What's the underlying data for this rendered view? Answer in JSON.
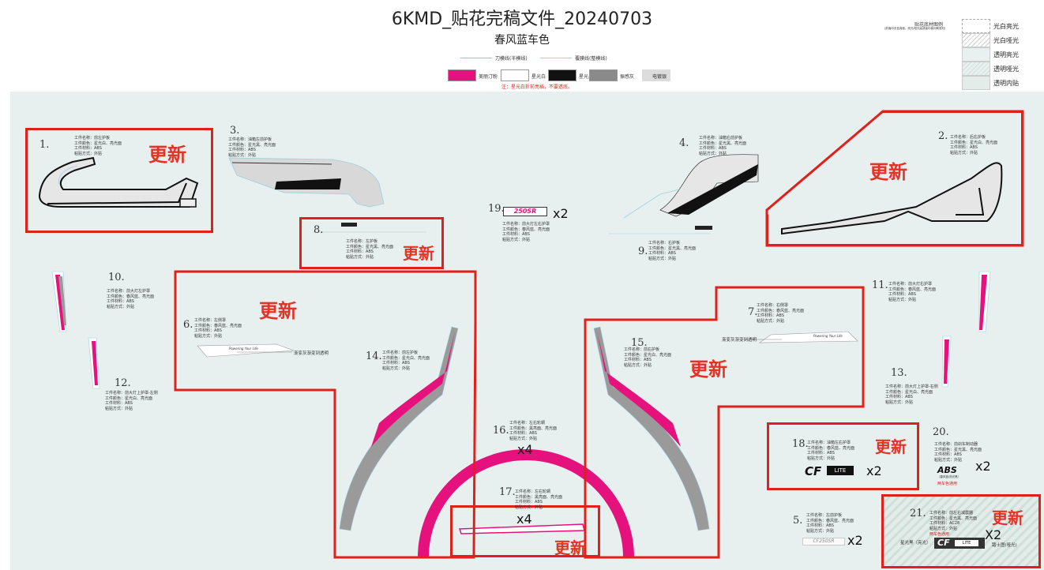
{
  "header": {
    "title": "6KMD_贴花完稿文件_20240703",
    "subtitle": "春风蓝车色"
  },
  "line_legend": {
    "cut_line": "刀模线(半模线)",
    "film_line": "覆膜线(整模线)"
  },
  "color_legend": {
    "items": [
      {
        "label": "美丽汀粉",
        "color": "#e5127d"
      },
      {
        "label": "星光白",
        "color": "#ffffff"
      },
      {
        "label": "星光黑",
        "color": "#111111"
      },
      {
        "label": "振感灰",
        "color": "#8a8a8a"
      },
      {
        "label": "电镀银",
        "color": "#dcdcdc"
      }
    ],
    "note": "注：星光白折前亮插，不要透底。"
  },
  "finish_legend": {
    "header": "贴花底材图例",
    "header_note": "(前面印无色背面、亮光/哑光高或者印者印刷底材)",
    "items": [
      "光白亮光",
      "光白哑光",
      "透明亮光",
      "透明哑光",
      "透明内贴"
    ]
  },
  "update_label": "更新",
  "parts": {
    "p1": {
      "num": "1.",
      "spec": "工件名称：前左护板\n工件颜色：星光白、亮光面\n工件材料：ABS\n粘贴方式：外贴"
    },
    "p2": {
      "num": "2.",
      "spec": "工件名称：后右护板\n工件颜色：星光白、亮光面\n工件材料：ABS\n粘贴方式：外贴"
    },
    "p3": {
      "num": "3.",
      "spec": "工件名称：油箱左前护板\n工件颜色：星光黑、亮光面\n工件材料：ABS\n粘贴方式：外贴"
    },
    "p4": {
      "num": "4.",
      "spec": "工件名称：油箱右前护板\n工件颜色：星光黑、亮光面\n工件材料：ABS\n粘贴方式：外贴"
    },
    "p5": {
      "num": "5.",
      "spec": "工件名称：左前护板\n工件颜色：春风蓝、亮光面\n工件材料：ABS\n粘贴方式：外贴",
      "qty": "x2",
      "logo": "CF250SR"
    },
    "p6": {
      "num": "6.",
      "spec": "工件名称：左侧罩\n工件颜色：春风蓝、亮光面\n工件材料：ABS\n粘贴方式：外贴",
      "callout": "渐变灰渐变到透明",
      "script": "Powering Your Life"
    },
    "p7": {
      "num": "7.",
      "spec": "工件名称：右侧罩\n工件颜色：春风蓝、亮光面\n工件材料：ABS\n粘贴方式：外贴",
      "callout": "渐变灰渐变到透明",
      "script": "Powering Your Life"
    },
    "p8": {
      "num": "8.",
      "spec": "工件名称：左护板\n工件颜色：星光黑、亮光面\n工件材料：ABS\n粘贴方式：外贴"
    },
    "p9": {
      "num": "9.",
      "spec": "工件名称：右护板\n工件颜色：星光黑、亮光面\n工件材料：ABS\n粘贴方式：外贴"
    },
    "p10": {
      "num": "10.",
      "spec": "工件名称：前大灯左护罩\n工件颜色：春风蓝、亮光面\n工件材料：ABS\n粘贴方式：外贴"
    },
    "p11": {
      "num": "11.",
      "spec": "工件名称：前大灯右护罩\n工件颜色：春风蓝、亮光面\n工件材料：ABS\n粘贴方式：外贴"
    },
    "p12": {
      "num": "12.",
      "spec": "工件名称：前大灯上护罩-左侧\n工件颜色：星光白、亮光面\n工件材料：ABS\n粘贴方式：外贴"
    },
    "p13": {
      "num": "13.",
      "spec": "工件名称：前大灯上护罩-右侧\n工件颜色：星光白、亮光面\n工件材料：ABS\n粘贴方式：外贴"
    },
    "p14": {
      "num": "14.",
      "spec": "工件名称：前左护板\n工件颜色：星光白、亮光面\n工件材料：ABS\n粘贴方式：外贴"
    },
    "p15": {
      "num": "15.",
      "spec": "工件名称：前右护板\n工件颜色：星光白、亮光面\n工件材料：ABS\n粘贴方式：外贴"
    },
    "p16": {
      "num": "16.",
      "spec": "工件名称：左右轮辋\n工件颜色：黑亮面、亮光面\n工件材料：ABS\n粘贴方式：外贴",
      "qty": "x4"
    },
    "p17": {
      "num": "17.",
      "spec": "工件名称：左右轮辋\n工件颜色：黑亮面、亮光面\n工件材料：ABS\n粘贴方式：外贴",
      "qty": "x4"
    },
    "p18": {
      "num": "18.",
      "spec": "工件名称：油箱左右护罩\n工件颜色：春风蓝、亮光面\n工件材料：ABS\n粘贴方式：外贴",
      "qty": "x2",
      "logo_main": "CF",
      "logo_box": "LITE"
    },
    "p19": {
      "num": "19.",
      "spec": "工件名称：前大灯左右护罩\n工件颜色：春风蓝、亮光面\n工件材料：ABS\n粘贴方式：外贴",
      "qty": "x2",
      "logo": "250SR"
    },
    "p20": {
      "num": "20.",
      "spec": "工件名称：前刹车制动器\n工件颜色：星光黑、亮光面\n工件材料：ABS\n粘贴方式：外贴",
      "qty": "x2",
      "logo": "ABS",
      "note": "两车色通用",
      "sub": "（春风蓝/亮光黑）"
    },
    "p21": {
      "num": "21.",
      "spec": "工件名称：前左右减震器\n工件颜色：星光黑、亮光面\n工件材料：AC28\n粘贴方式：外贴",
      "qty": "X2",
      "note": "两车色通用",
      "left_label": "星光黑（亮光）",
      "right_label": "踏士图(哑光)",
      "logo_main": "CF",
      "logo_box": "LITE"
    }
  }
}
